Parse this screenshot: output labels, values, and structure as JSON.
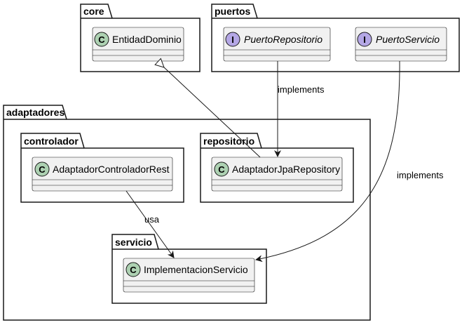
{
  "packages": {
    "core": "core",
    "puertos": "puertos",
    "adaptadores": "adaptadores",
    "controlador": "controlador",
    "repositorio": "repositorio",
    "servicio": "servicio"
  },
  "classes": {
    "entidad_dominio": {
      "name": "EntidadDominio",
      "kind": "C"
    },
    "puerto_repositorio": {
      "name": "PuertoRepositorio",
      "kind": "I"
    },
    "puerto_servicio": {
      "name": "PuertoServicio",
      "kind": "I"
    },
    "adaptador_controlador_rest": {
      "name": "AdaptadorControladorRest",
      "kind": "C"
    },
    "adaptador_jpa_repository": {
      "name": "AdaptadorJpaRepository",
      "kind": "C"
    },
    "implementacion_servicio": {
      "name": "ImplementacionServicio",
      "kind": "C"
    }
  },
  "edges": {
    "implements_repo": "implements",
    "implements_servicio": "implements",
    "usa": "usa"
  },
  "colors": {
    "class_stereotype": "#add1b2",
    "interface_stereotype": "#b4a7e5",
    "class_fill": "#f1f1f1",
    "border": "#181818"
  }
}
